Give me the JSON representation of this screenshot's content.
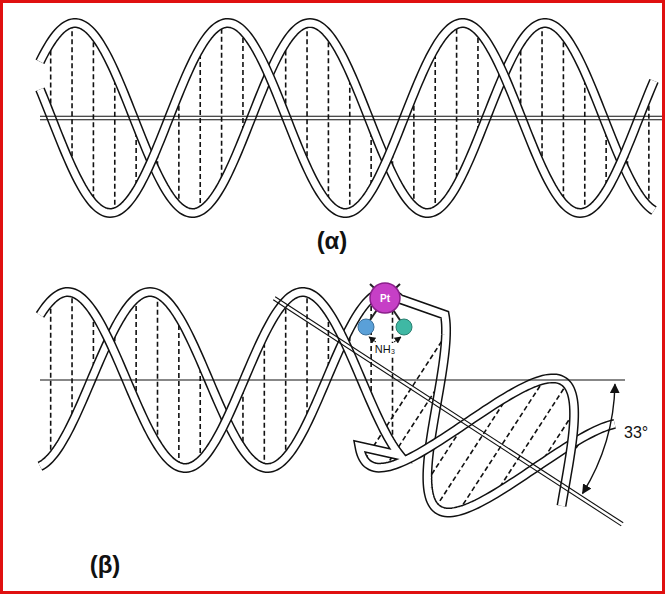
{
  "diagram": {
    "labels": [
      "(α)",
      "(β)",
      "Pt",
      "NH₃",
      "33°"
    ]
  }
}
